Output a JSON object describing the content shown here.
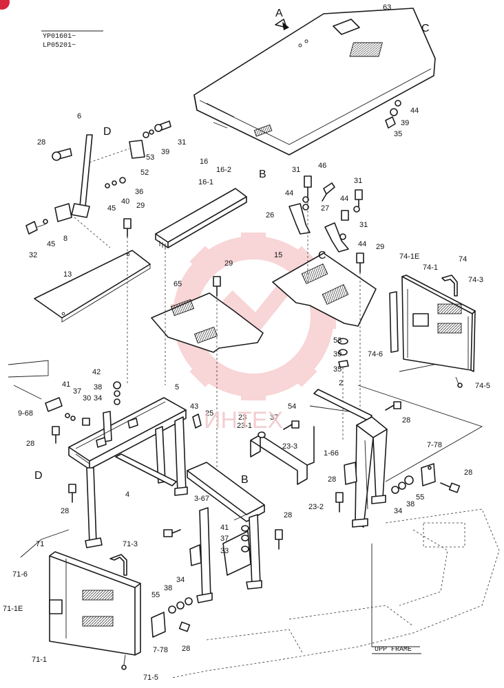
{
  "serials": [
    "YP01601~",
    "LP05201~"
  ],
  "view_letters": [
    "A",
    "B",
    "C",
    "C",
    "D",
    "D",
    "B"
  ],
  "footer_label": "UPP FRAME",
  "watermark_text": "ИНТЕХ",
  "accent_color": "#d7263d",
  "watermark_color": "#f3b3b6",
  "callouts": [
    "63",
    "44",
    "39",
    "35",
    "6",
    "28",
    "53",
    "39",
    "31",
    "52",
    "36",
    "40",
    "45",
    "29",
    "8",
    "45",
    "32",
    "13",
    "16",
    "16-2",
    "16-1",
    "31",
    "46",
    "44",
    "31",
    "44",
    "26",
    "27",
    "31",
    "44",
    "29",
    "15",
    "74",
    "74-1E",
    "74-1",
    "74-3",
    "29",
    "65",
    "53",
    "39",
    "35",
    "74-6",
    "74-5",
    "42",
    "38",
    "34",
    "41",
    "37",
    "30",
    "9-68",
    "28",
    "5",
    "43",
    "25",
    "2",
    "28",
    "23",
    "23-1",
    "37",
    "54",
    "23-3",
    "1-66",
    "7-78",
    "28",
    "55",
    "38",
    "34",
    "28",
    "4",
    "3-67",
    "23-2",
    "28",
    "71",
    "71-3",
    "41",
    "37",
    "33",
    "28",
    "71-6",
    "71-1E",
    "71-1",
    "34",
    "38",
    "55",
    "7-78",
    "28",
    "71-5"
  ]
}
